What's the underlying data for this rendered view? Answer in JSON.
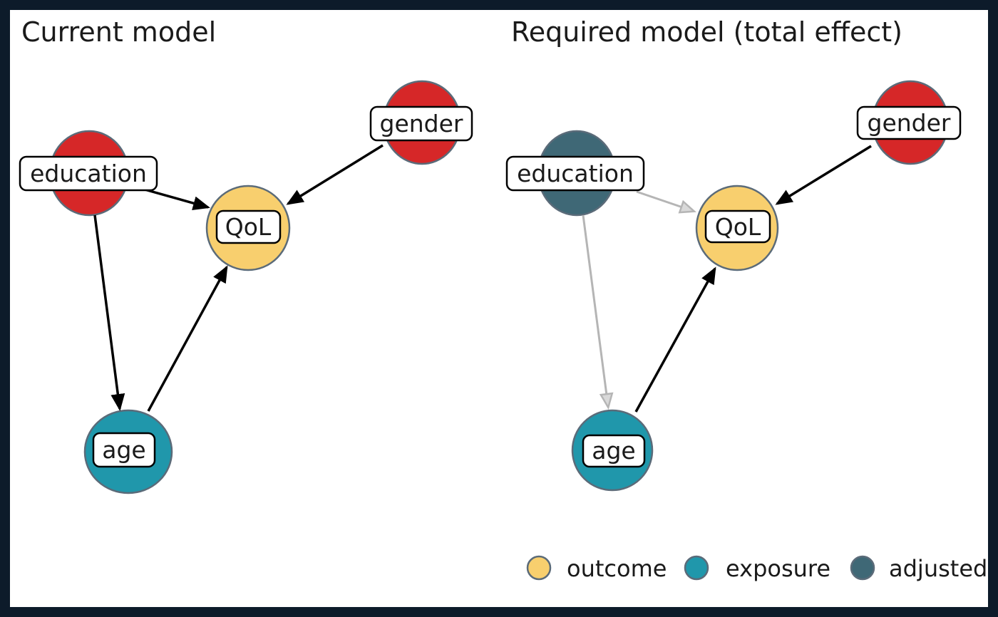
{
  "figure": {
    "border_color": "#0d1b2a",
    "background": "#ffffff"
  },
  "colors": {
    "outcome": "#f8cf6e",
    "exposure": "#2097ab",
    "adjusted": "#3f6876",
    "other_variable": "#d62728",
    "node_stroke": "#5b6b79",
    "label_box_fill": "#ffffff",
    "label_box_stroke": "#000000",
    "edge_causal": "#000000",
    "edge_biasing": "#b5b5b5",
    "edge_biasing_head_fill": "#d9d9d9",
    "text": "#1a1a1a"
  },
  "panels": [
    {
      "title": "Current model",
      "nodes": [
        {
          "id": "education",
          "label": "education",
          "role": "other_variable"
        },
        {
          "id": "gender",
          "label": "gender",
          "role": "other_variable"
        },
        {
          "id": "QoL",
          "label": "QoL",
          "role": "outcome"
        },
        {
          "id": "age",
          "label": "age",
          "role": "exposure"
        }
      ],
      "edges": [
        {
          "from": "education",
          "to": "QoL",
          "style": "causal"
        },
        {
          "from": "gender",
          "to": "QoL",
          "style": "causal"
        },
        {
          "from": "education",
          "to": "age",
          "style": "causal"
        },
        {
          "from": "age",
          "to": "QoL",
          "style": "causal"
        }
      ]
    },
    {
      "title": "Required model (total effect)",
      "nodes": [
        {
          "id": "education",
          "label": "education",
          "role": "adjusted"
        },
        {
          "id": "gender",
          "label": "gender",
          "role": "other_variable"
        },
        {
          "id": "QoL",
          "label": "QoL",
          "role": "outcome"
        },
        {
          "id": "age",
          "label": "age",
          "role": "exposure"
        }
      ],
      "edges": [
        {
          "from": "education",
          "to": "QoL",
          "style": "biasing"
        },
        {
          "from": "gender",
          "to": "QoL",
          "style": "causal"
        },
        {
          "from": "education",
          "to": "age",
          "style": "biasing"
        },
        {
          "from": "age",
          "to": "QoL",
          "style": "causal"
        }
      ]
    }
  ],
  "legend": {
    "items": [
      {
        "label": "outcome"
      },
      {
        "label": "exposure"
      },
      {
        "label": "adjusted"
      }
    ]
  }
}
